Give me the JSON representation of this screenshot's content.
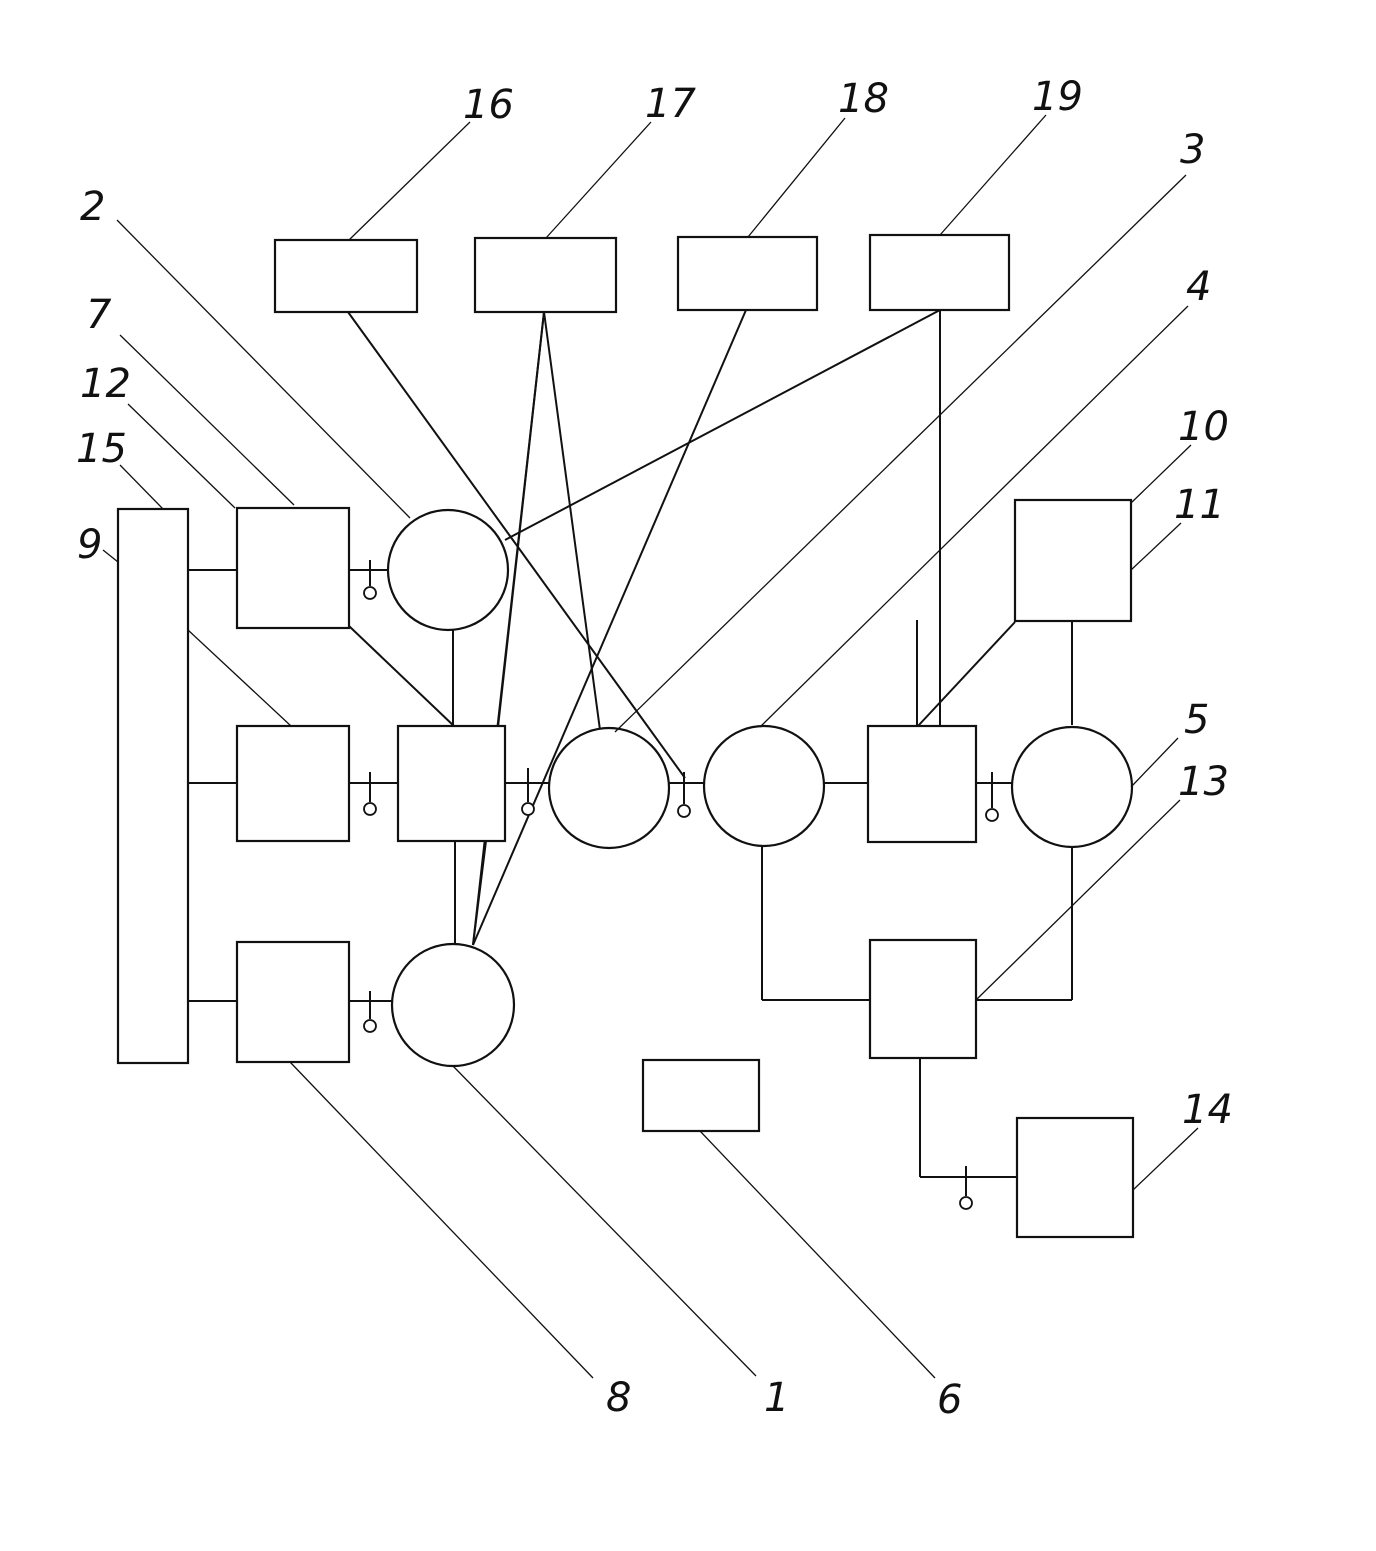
{
  "figure": {
    "callouts": [
      {
        "id": "c16",
        "text": "16"
      },
      {
        "id": "c17",
        "text": "17"
      },
      {
        "id": "c18",
        "text": "18"
      },
      {
        "id": "c19",
        "text": "19"
      },
      {
        "id": "c3",
        "text": "3"
      },
      {
        "id": "c2",
        "text": "2"
      },
      {
        "id": "c4",
        "text": "4"
      },
      {
        "id": "c7",
        "text": "7"
      },
      {
        "id": "c12",
        "text": "12"
      },
      {
        "id": "c15",
        "text": "15"
      },
      {
        "id": "c9",
        "text": "9"
      },
      {
        "id": "c10",
        "text": "10"
      },
      {
        "id": "c11",
        "text": "11"
      },
      {
        "id": "c5",
        "text": "5"
      },
      {
        "id": "c13",
        "text": "13"
      },
      {
        "id": "c14",
        "text": "14"
      },
      {
        "id": "c8",
        "text": "8"
      },
      {
        "id": "c1",
        "text": "1"
      },
      {
        "id": "c6",
        "text": "6"
      }
    ]
  }
}
